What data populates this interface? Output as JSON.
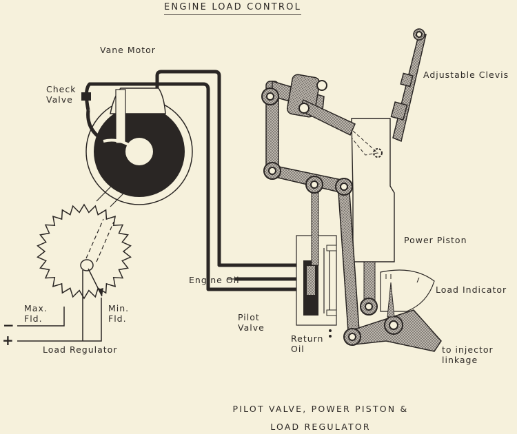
{
  "title": "ENGINE LOAD CONTROL",
  "labels": {
    "vane_motor": "Vane Motor",
    "check_valve": "Check\nValve",
    "adjustable_clevis": "Adjustable Clevis",
    "power_piston": "Power Piston",
    "load_indicator": "Load Indicator",
    "engine_oil": "Engine Oil",
    "pilot_valve": "Pilot\nValve",
    "return_oil": "Return\nOil",
    "to_injector_linkage": "to injector\nlinkage",
    "max_fld": "Max.\nFld.",
    "min_fld": "Min.\nFld.",
    "load_regulator": "Load Regulator",
    "minus_terminal": "−",
    "plus_terminal": "+"
  },
  "caption": {
    "line1": "PILOT VALVE, POWER PISTON &",
    "line2": "LOAD REGULATOR"
  },
  "colors": {
    "paper": "#f6f1dc",
    "ink": "#2a2624",
    "shade": "#8c8682"
  }
}
